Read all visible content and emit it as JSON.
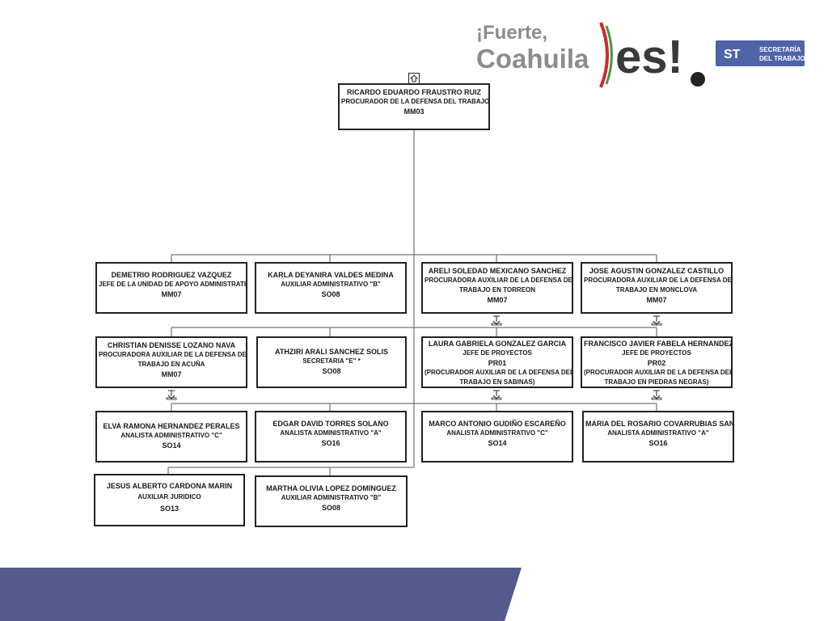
{
  "branding": {
    "slogan_line1": "¡Fuerte,",
    "slogan_line2": "Coahuila",
    "slogan_es": "es!",
    "badge_code": "ST",
    "badge_line1": "SECRETARÍA",
    "badge_line2": "DEL TRABAJO",
    "colors": {
      "slogan_gray": "#8c8c8c",
      "es_dark": "#3a3a3a",
      "red": "#cf2b2b",
      "green": "#3f9b45",
      "badge_blue": "#4f63a8",
      "footer_band": "#525b8c"
    }
  },
  "chart": {
    "root": {
      "name": "RICARDO EDUARDO FRAUSTRO RUIZ",
      "position": "PROCURADOR DE LA DEFENSA DEL TRABAJO",
      "code": "MM03"
    },
    "row1": [
      {
        "name": "DEMETRIO RODRIGUEZ VAZQUEZ",
        "position": "JEFE DE LA UNIDAD DE APOYO ADMINISTRATIVO",
        "position2": "",
        "code": "MM07"
      },
      {
        "name": "KARLA DEYANIRA VALDES MEDINA",
        "position": "AUXILIAR ADMINISTRATIVO \"B\"",
        "position2": "",
        "code": "SO08"
      },
      {
        "name": "ARELI SOLEDAD MEXICANO SANCHEZ",
        "position": "PROCURADORA AUXILIAR DE LA DEFENSA DEL",
        "position2": "TRABAJO EN TORREON",
        "code": "MM07"
      },
      {
        "name": "JOSE AGUSTIN GONZALEZ CASTILLO",
        "position": "PROCURADORA AUXILIAR DE LA DEFENSA DEL",
        "position2": "TRABAJO EN MONCLOVA",
        "code": "MM07"
      }
    ],
    "row2": [
      {
        "name": "CHRISTIAN DENISSE LOZANO NAVA",
        "position": "PROCURADORA AUXILIAR DE LA DEFENSA DEL",
        "position2": "TRABAJO EN ACUÑA",
        "code": "MM07",
        "note": "",
        "note2": ""
      },
      {
        "name": "ATHZIRI ARALI SANCHEZ SOLIS",
        "position": "SECRETARIA \"E\" *",
        "position2": "",
        "code": "SO08",
        "note": "",
        "note2": ""
      },
      {
        "name": "LAURA GABRIELA GONZALEZ GARCIA",
        "position": "JEFE DE PROYECTOS",
        "position2": "",
        "code": "PR01",
        "note": "(PROCURADOR AUXILIAR DE LA DEFENSA DEL",
        "note2": "TRABAJO EN SABINAS)"
      },
      {
        "name": "FRANCISCO JAVIER FABELA HERNANDEZ",
        "position": "JEFE DE PROYECTOS",
        "position2": "",
        "code": "PR02",
        "note": "(PROCURADOR AUXILIAR DE LA DEFENSA DEL",
        "note2": "TRABAJO EN PIEDRAS NEGRAS)"
      }
    ],
    "row3": [
      {
        "name": "ELVA RAMONA HERNANDEZ PERALES",
        "position": "ANALISTA ADMINISTRATIVO \"C\"",
        "code": "SO14"
      },
      {
        "name": "EDGAR DAVID TORRES SOLANO",
        "position": "ANALISTA  ADMINISTRATIVO \"A\"",
        "code": "SO16"
      },
      {
        "name": "MARCO ANTONIO GUDIÑO ESCAREÑO",
        "position": "ANALISTA ADMINISTRATIVO \"C\"",
        "code": "SO14"
      },
      {
        "name": "MARIA DEL ROSARIO COVARRUBIAS SANCHEZ",
        "position": "ANALISTA  ADMINISTRATIVO \"A\"",
        "code": "SO16"
      }
    ],
    "row4": [
      {
        "name": "JESUS ALBERTO CARDONA MARIN",
        "position": "AUXILIAR JURIDICO",
        "code": "SO13"
      },
      {
        "name": "MARTHA OLIVIA LOPEZ DOMINGUEZ",
        "position": "AUXILIAR ADMINISTRATIVO \"B\"",
        "code": "SO08"
      }
    ]
  }
}
